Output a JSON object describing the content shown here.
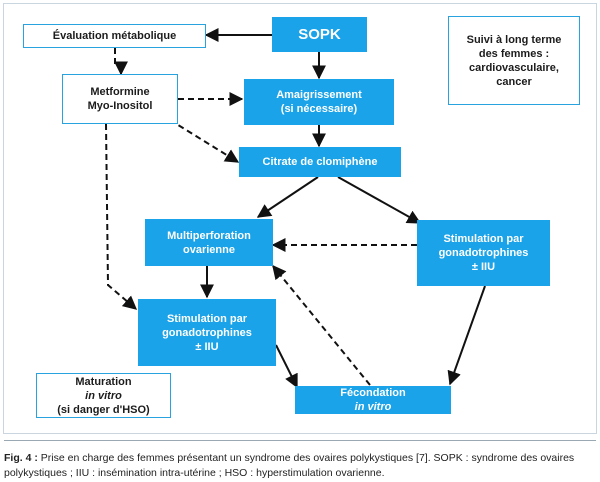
{
  "nodes": {
    "sopk": "SOPK",
    "evaluation": "Évaluation métabolique",
    "metformine": [
      "Metformine",
      "Myo-Inositol"
    ],
    "amaigrissement": [
      "Amaigrissement",
      "(si nécessaire)"
    ],
    "clomiphene": "Citrate de clomiphène",
    "multiperforation": [
      "Multiperforation",
      "ovarienne"
    ],
    "stimulation_right": [
      "Stimulation par",
      "gonadotrophines",
      "± IIU"
    ],
    "stimulation_left": [
      "Stimulation par",
      "gonadotrophines",
      "± IIU"
    ],
    "fecondation": {
      "prefix": "Fécondation ",
      "italic": "in vitro"
    },
    "suivi": [
      "Suivi à long terme",
      "des femmes :",
      "cardiovasculaire,",
      "cancer"
    ],
    "maturation": {
      "prefix": "Maturation ",
      "italic": "in vitro",
      "line2": "(si danger d'HSO)"
    }
  },
  "caption": {
    "label": "Fig. 4 :",
    "text": " Prise en charge des femmes présentant un syndrome des ovaires polykystiques [7]. SOPK : syndrome des ovaires polykystiques ; IIU : insémination intra-utérine ; HSO : hyperstimulation ovarienne."
  },
  "colors": {
    "blue": "#1aa3e8",
    "outline": "#29a3e0",
    "arrow": "#111111"
  }
}
